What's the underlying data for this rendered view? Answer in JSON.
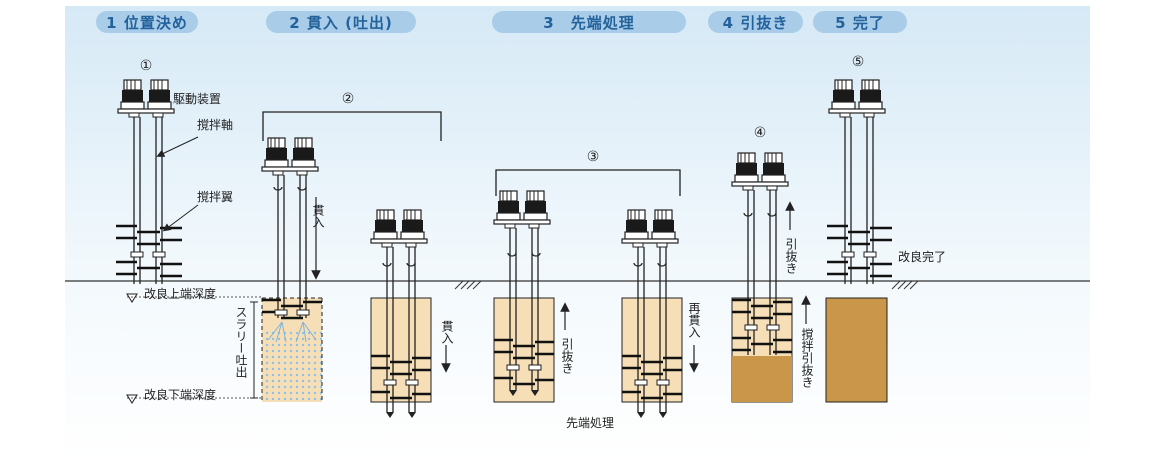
{
  "steps": [
    {
      "label": "1 位置決め"
    },
    {
      "label": "2 貫入 (吐出)"
    },
    {
      "label": "3　先端処理"
    },
    {
      "label": "4 引抜き"
    },
    {
      "label": "5 完了"
    }
  ],
  "stage_numbers": [
    "①",
    "②",
    "③",
    "④",
    "⑤"
  ],
  "labels": {
    "drive_unit": "駆動装置",
    "mixing_shaft": "撹拌軸",
    "mixing_blade": "撹拌翼",
    "top_depth": "改良上端深度",
    "bottom_depth": "改良下端深度",
    "slurry_discharge": "スラリー吐出",
    "penetrate_1": "貫入",
    "penetrate_2": "貫入",
    "pullout_1": "引抜き",
    "repenetrate": "再貫入",
    "pullout_4": "引抜き",
    "stir_pullout": "撹拌引抜き",
    "tip_treatment": "先端処理",
    "complete": "改良完了"
  },
  "colors": {
    "pill_bg": "#a9cde9",
    "pill_text": "#24629c",
    "soil_light": "#f6dfb6",
    "soil_dark": "#c9964a",
    "slurry_dot": "#8fc0e6"
  }
}
